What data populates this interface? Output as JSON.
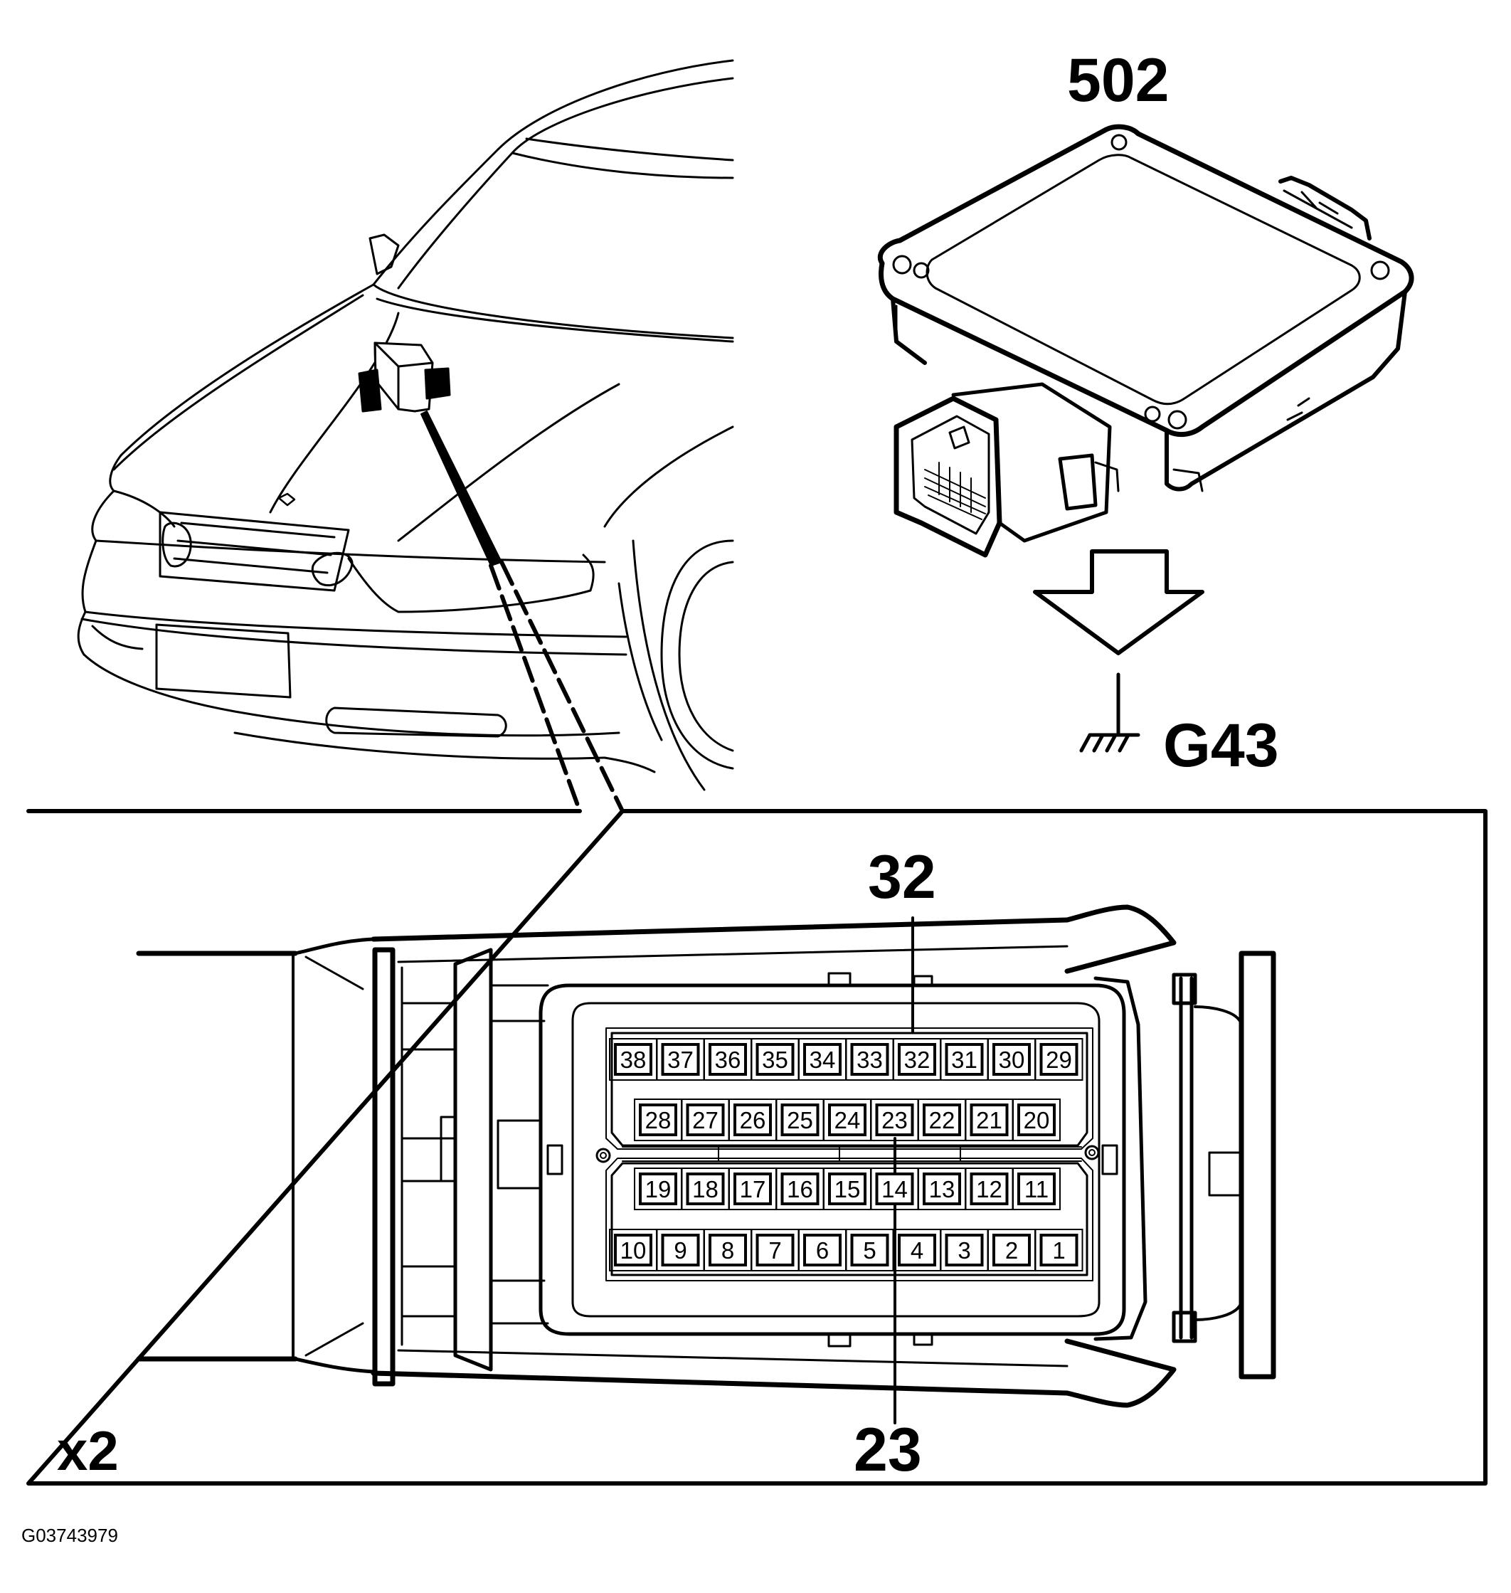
{
  "labels": {
    "module": "502",
    "ground": "G43",
    "pin_top": "32",
    "pin_bottom": "23",
    "multiplier": "x2",
    "figure_id": "G03743979"
  },
  "connector": {
    "row1": [
      "38",
      "37",
      "36",
      "35",
      "34",
      "33",
      "32",
      "31",
      "30",
      "29"
    ],
    "row2": [
      "28",
      "27",
      "26",
      "25",
      "24",
      "23",
      "22",
      "21",
      "20"
    ],
    "row3": [
      "19",
      "18",
      "17",
      "16",
      "15",
      "14",
      "13",
      "12",
      "11"
    ],
    "row4": [
      "10",
      "9",
      "8",
      "7",
      "6",
      "5",
      "4",
      "3",
      "2",
      "1"
    ]
  },
  "colors": {
    "ink": "#000000",
    "paper": "#ffffff"
  }
}
